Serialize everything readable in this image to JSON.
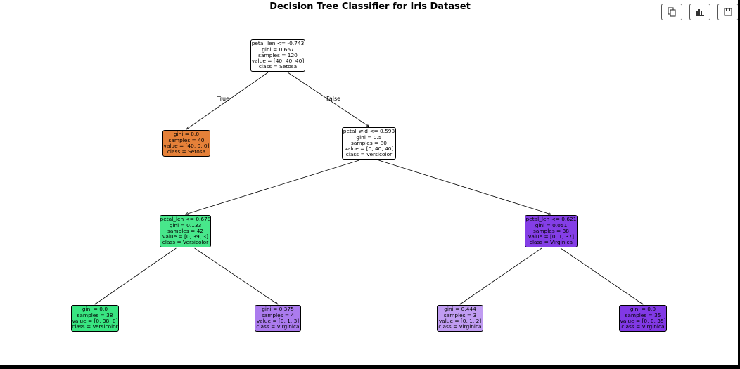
{
  "title": "Decision Tree Classifier for Iris Dataset",
  "toolbar": [
    {
      "name": "copy-button",
      "icon": "copy-icon"
    },
    {
      "name": "chart-button",
      "icon": "bar-chart-icon"
    },
    {
      "name": "save-button",
      "icon": "floppy-disk-icon"
    }
  ],
  "edge_labels": {
    "true": "True",
    "false": "False"
  },
  "nodes": [
    {
      "id": "root",
      "lines": [
        "petal_len <= -0.743",
        "gini = 0.667",
        "samples = 120",
        "value = [40, 40, 40]",
        "class = Setosa"
      ],
      "fill": "#ffffff"
    },
    {
      "id": "n1",
      "lines": [
        "gini = 0.0",
        "samples = 40",
        "value = [40, 0, 0]",
        "class = Setosa"
      ],
      "fill": "#e58139"
    },
    {
      "id": "n2",
      "lines": [
        "petal_wid <= 0.593",
        "gini = 0.5",
        "samples = 80",
        "value = [0, 40, 40]",
        "class = Versicolor"
      ],
      "fill": "#ffffff"
    },
    {
      "id": "n3",
      "lines": [
        "petal_len <= 0.678",
        "gini = 0.133",
        "samples = 42",
        "value = [0, 39, 3]",
        "class = Versicolor"
      ],
      "fill": "#48e78b"
    },
    {
      "id": "n4",
      "lines": [
        "petal_len <= 0.621",
        "gini = 0.051",
        "samples = 38",
        "value = [0, 1, 37]",
        "class = Virginica"
      ],
      "fill": "#843ee6"
    },
    {
      "id": "n5",
      "lines": [
        "gini = 0.0",
        "samples = 38",
        "value = [0, 38, 0]",
        "class = Versicolor"
      ],
      "fill": "#39e581"
    },
    {
      "id": "n6",
      "lines": [
        "gini = 0.375",
        "samples = 4",
        "value = [0, 1, 3]",
        "class = Virginica"
      ],
      "fill": "#ab7bee"
    },
    {
      "id": "n7",
      "lines": [
        "gini = 0.444",
        "samples = 3",
        "value = [0, 1, 2]",
        "class = Virginica"
      ],
      "fill": "#c09cf2"
    },
    {
      "id": "n8",
      "lines": [
        "gini = 0.0",
        "samples = 35",
        "value = [0, 0, 35]",
        "class = Virginica"
      ],
      "fill": "#8139e5"
    }
  ],
  "edges": [
    {
      "from": "root",
      "to": "n1"
    },
    {
      "from": "root",
      "to": "n2"
    },
    {
      "from": "n2",
      "to": "n3"
    },
    {
      "from": "n2",
      "to": "n4"
    },
    {
      "from": "n3",
      "to": "n5"
    },
    {
      "from": "n3",
      "to": "n6"
    },
    {
      "from": "n4",
      "to": "n7"
    },
    {
      "from": "n4",
      "to": "n8"
    }
  ]
}
